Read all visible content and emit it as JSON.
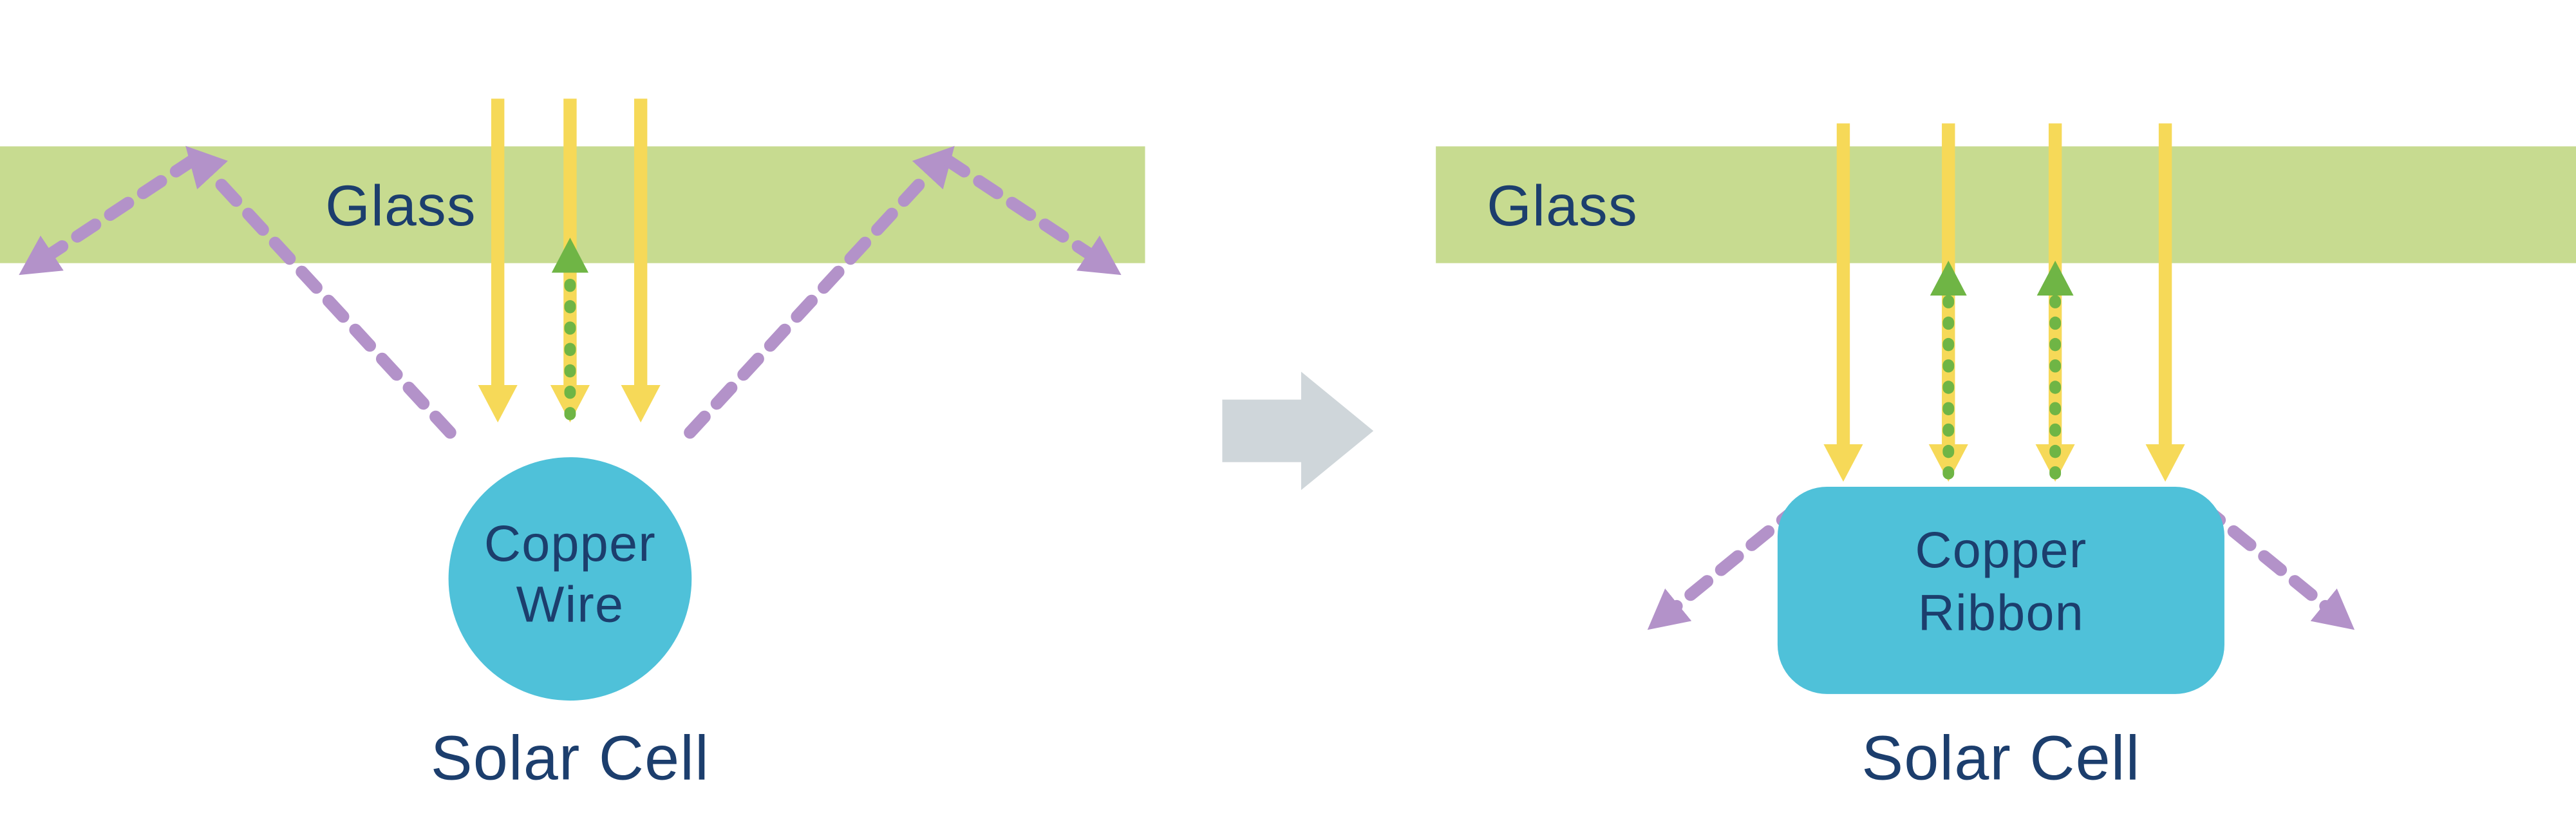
{
  "diagram": {
    "left_panel": {
      "glass_label": "Glass",
      "conductor_label_line1": "Copper",
      "conductor_label_line2": "Wire",
      "cell_label": "Solar Cell"
    },
    "right_panel": {
      "glass_label": "Glass",
      "conductor_label_line1": "Copper",
      "conductor_label_line2": "Ribbon",
      "cell_label": "Solar Cell"
    },
    "colors": {
      "glass": "#c7db90",
      "sunlight": "#f6d958",
      "absorbed": "#6fb545",
      "reflected": "#b392c9",
      "copper": "#4fc1d9",
      "text": "#1c3e6d",
      "transition": "#cfd6da"
    }
  }
}
